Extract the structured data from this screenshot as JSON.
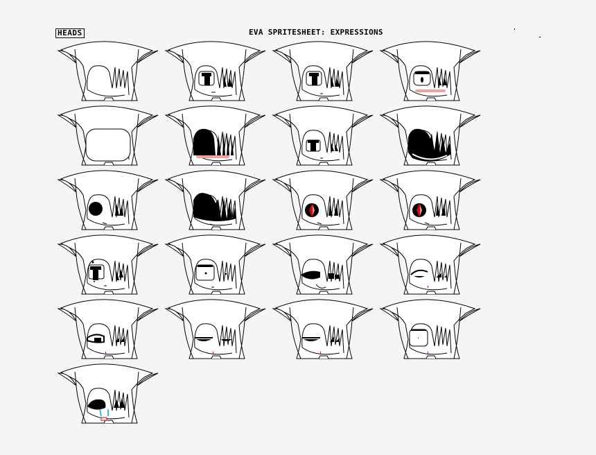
{
  "header": {
    "section_label": "HEADS",
    "title": "EVA SPRITESHEET: EXPRESSIONS"
  },
  "colors": {
    "background": "#f5f5f5",
    "outline": "#000000",
    "skin": "#ffffff",
    "blush": "#f4a0a0",
    "eye_red": "#e00000",
    "eye_gray": "#b0b0b0",
    "tears": "#30c0e0"
  },
  "sprites": [
    {
      "row": 0,
      "col": 0,
      "expression": "blank-face"
    },
    {
      "row": 0,
      "col": 1,
      "expression": "neutral"
    },
    {
      "row": 0,
      "col": 2,
      "expression": "neutral-alt"
    },
    {
      "row": 0,
      "col": 3,
      "expression": "surprised-blush"
    },
    {
      "row": 1,
      "col": 0,
      "expression": "no-face"
    },
    {
      "row": 1,
      "col": 1,
      "expression": "dark-eye-blush"
    },
    {
      "row": 1,
      "col": 2,
      "expression": "neutral-small"
    },
    {
      "row": 1,
      "col": 3,
      "expression": "dark-grin"
    },
    {
      "row": 2,
      "col": 0,
      "expression": "dark-eye"
    },
    {
      "row": 2,
      "col": 1,
      "expression": "dark-shadowed"
    },
    {
      "row": 2,
      "col": 2,
      "expression": "red-slit-eye"
    },
    {
      "row": 2,
      "col": 3,
      "expression": "red-slit-eye-alt"
    },
    {
      "row": 3,
      "col": 0,
      "expression": "shocked-sweat"
    },
    {
      "row": 3,
      "col": 1,
      "expression": "tiny-pupil"
    },
    {
      "row": 3,
      "col": 2,
      "expression": "closed-happy"
    },
    {
      "row": 3,
      "col": 3,
      "expression": "tired"
    },
    {
      "row": 4,
      "col": 0,
      "expression": "half-lidded"
    },
    {
      "row": 4,
      "col": 1,
      "expression": "sleepy"
    },
    {
      "row": 4,
      "col": 2,
      "expression": "sleepy-alt"
    },
    {
      "row": 4,
      "col": 3,
      "expression": "blank-stare"
    },
    {
      "row": 5,
      "col": 0,
      "expression": "crying"
    }
  ]
}
